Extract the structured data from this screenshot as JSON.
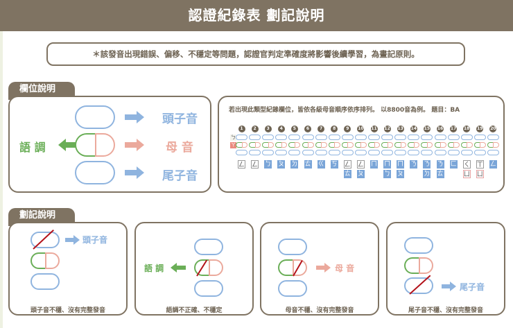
{
  "header": {
    "title": "認證紀錄表  劃記說明"
  },
  "notice": {
    "text": "＊該發音出現錯誤、偏移、不穩定等問題，認證官判定準確度將影響後續學習，為畫記原則。"
  },
  "field_section": {
    "tab_label": "欄位說明",
    "labels": {
      "initial": "頭子音",
      "vowel": "母 音",
      "tone": "語 調",
      "final": "尾子音"
    }
  },
  "example": {
    "title": "若出現此類型紀錄欄位，皆依各級母音順序依序排列。 以8800音為例。  題目：BA",
    "row_markers": {
      "initial": "ㄅ",
      "vowel": "ㄚ"
    },
    "numbers": [
      "1",
      "2",
      "3",
      "4",
      "5",
      "6",
      "7",
      "8",
      "9",
      "10",
      "11",
      "12",
      "13",
      "14",
      "15",
      "16",
      "17",
      "18",
      "19",
      "20"
    ],
    "zhuyin": [
      {
        "top": "ㄥ",
        "top_style": "white",
        "bottom": ""
      },
      {
        "top": "ㄥ",
        "top_style": "white",
        "bottom": ""
      },
      {
        "top": "ㄅ",
        "top_style": "blue",
        "bottom": ""
      },
      {
        "top": "ㄆ",
        "top_style": "blue",
        "bottom": ""
      },
      {
        "top": "ㄉ",
        "top_style": "blue",
        "bottom": ""
      },
      {
        "top": "ㄊ",
        "top_style": "blue",
        "bottom": ""
      },
      {
        "top": "ㄍ",
        "top_style": "blue",
        "bottom": ""
      },
      {
        "top": "ㄎ",
        "top_style": "blue",
        "bottom": ""
      },
      {
        "top": "ㄥ",
        "top_style": "white",
        "bottom": "ㄊ"
      },
      {
        "top": "ㄥ",
        "top_style": "white",
        "bottom": "ㄆ"
      },
      {
        "top": "ㄇ",
        "top_style": "blue",
        "bottom": ""
      },
      {
        "top": "ㄇ",
        "top_style": "blue",
        "bottom": "ㄅ"
      },
      {
        "top": "ㄇ",
        "top_style": "blue",
        "bottom": "ㄆ"
      },
      {
        "top": "ㄋ",
        "top_style": "blue",
        "bottom": ""
      },
      {
        "top": "ㄋ",
        "top_style": "blue",
        "bottom": "ㄉ"
      },
      {
        "top": "ㄋ",
        "top_style": "blue",
        "bottom": "ㄊ"
      },
      {
        "top": "ㄈ",
        "top_style": "blue",
        "bottom": ""
      },
      {
        "top": "ㄑ",
        "top_style": "white",
        "bottom": "ㄩ"
      },
      {
        "top": "ㄒ",
        "top_style": "white",
        "bottom": "ㄩ"
      },
      {
        "top": "ㄥ",
        "top_style": "blue",
        "bottom": ""
      }
    ]
  },
  "marking_section": {
    "tab_label": "劃記說明",
    "cards": [
      {
        "label": "頭子音",
        "caption": "頭子音不穩、沒有完整發音"
      },
      {
        "label": "語 調",
        "caption": "語調不正確、不穩定"
      },
      {
        "label": "母 音",
        "caption": "母音不穩、沒有完整發音"
      },
      {
        "label": "尾子音",
        "caption": "尾子音不穩、沒有完整發音"
      }
    ]
  },
  "colors": {
    "brown": "#7f7362",
    "blue": "#8fb4df",
    "green": "#6aae57",
    "pink": "#eba99c",
    "strike": "#b3121a"
  }
}
